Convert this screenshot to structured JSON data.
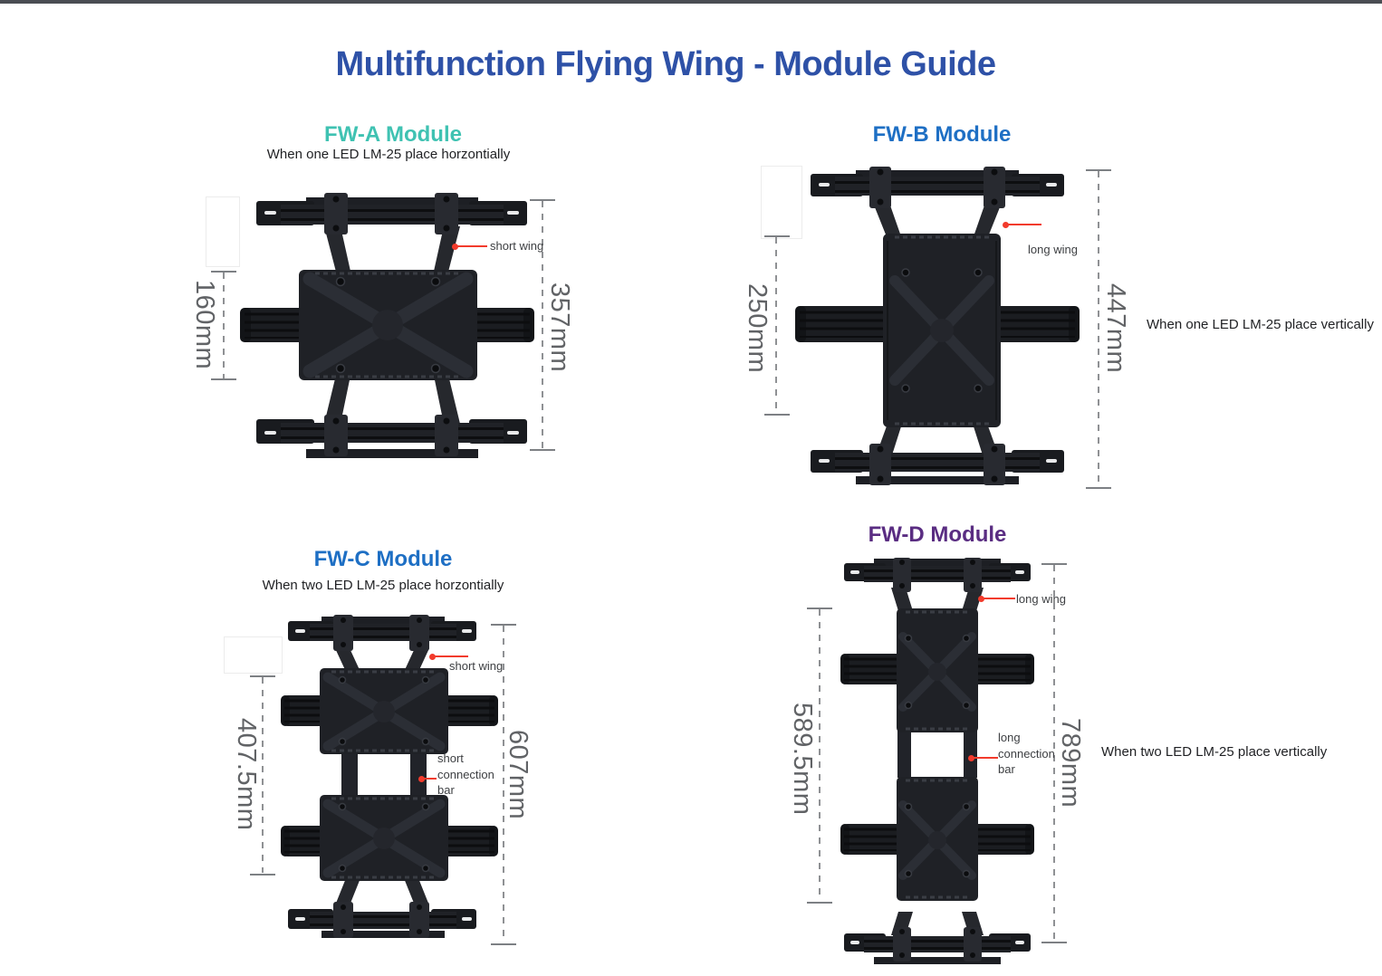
{
  "title": {
    "text": "Multifunction Flying Wing - Module Guide",
    "color": "#2e51a7"
  },
  "colors": {
    "top_bar": "#4a4d53",
    "annotation_red": "#f23b2c",
    "dimension_gray": "#616366",
    "teal": "#3fc2b2",
    "blue": "#1e6fc4",
    "purple": "#5a2d82"
  },
  "modules": {
    "fwa": {
      "title": "FW-A Module",
      "title_color": "#3fc2b2",
      "subtitle": "When one LED LM-25 place horzontially",
      "dim_left": "160mm",
      "dim_right": "357mm",
      "wing_label": "short wing"
    },
    "fwb": {
      "title": "FW-B Module",
      "title_color": "#1e6fc4",
      "dim_left": "250mm",
      "dim_right": "447mm",
      "wing_label": "long wing",
      "note": "When one LED LM-25 place vertically"
    },
    "fwc": {
      "title": "FW-C Module",
      "title_color": "#1e6fc4",
      "subtitle": "When two LED LM-25 place horzontially",
      "dim_left": "407.5mm",
      "dim_right": "607mm",
      "wing_label": "short wing",
      "bar_label": {
        "line1": "short",
        "line2": "connection",
        "line3": "bar"
      }
    },
    "fwd": {
      "title": "FW-D Module",
      "title_color": "#5a2d82",
      "dim_left": "589.5mm",
      "dim_right": "789mm",
      "wing_label": "long wing",
      "bar_label": {
        "line1": "long",
        "line2": "connection",
        "line3": "bar"
      },
      "note": "When two LED LM-25 place vertically"
    }
  }
}
